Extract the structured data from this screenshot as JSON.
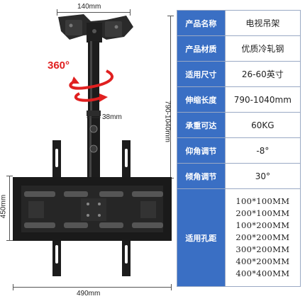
{
  "dims": {
    "top_width": "140mm",
    "pole_diameter": "38mm",
    "length": "790-1040mm",
    "height": "450mm",
    "width": "490mm",
    "rotation": "360°"
  },
  "specs": [
    {
      "label": "产品名称",
      "value": "电视吊架"
    },
    {
      "label": "产品材质",
      "value": "优质冷轧钢"
    },
    {
      "label": "适用尺寸",
      "value": "26-60英寸"
    },
    {
      "label": "伸缩长度",
      "value": "790-1040mm"
    },
    {
      "label": "承重可达",
      "value": "60KG"
    },
    {
      "label": "仰角调节",
      "value": "-8°"
    },
    {
      "label": "倾角调节",
      "value": "30°"
    }
  ],
  "holes": {
    "label": "适用孔距",
    "values": [
      "100*100MM",
      "200*100MM",
      "100*200MM",
      "200*200MM",
      "300*200MM",
      "400*200MM",
      "400*400MM"
    ]
  },
  "colors": {
    "header": "#3a6fc4",
    "metal": "#1c1c1c",
    "arrow": "#e02020"
  }
}
